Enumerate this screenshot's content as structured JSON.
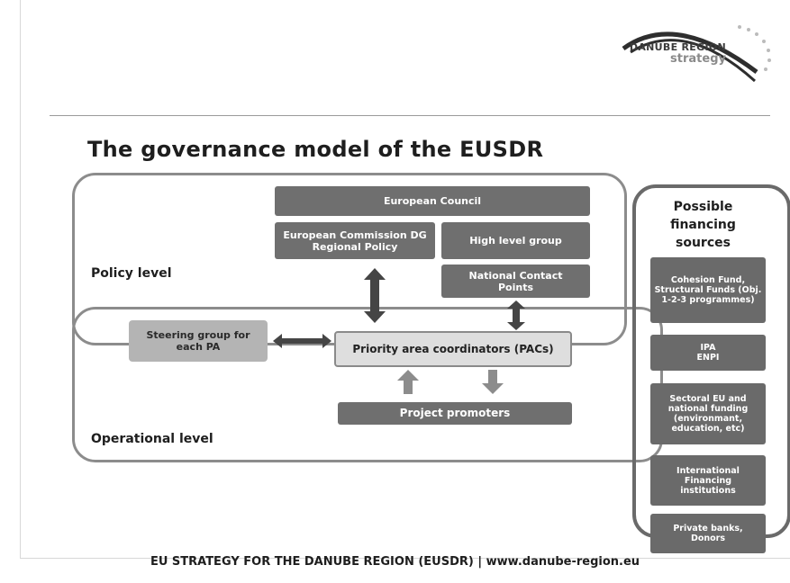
{
  "logo": {
    "line1": "DANUBE REGION",
    "line2": "strategy"
  },
  "title": "The governance model of the EUSDR",
  "labels": {
    "policy_level": "Policy level",
    "operational_level": "Operational level",
    "financing_title": "Possible financing sources"
  },
  "boxes": {
    "european_council": "European Council",
    "european_commission": "European Commission DG Regional Policy",
    "high_level_group": "High level group",
    "national_contact_points": "National Contact Points",
    "steering_group": "Steering group for each PA",
    "pacs": "Priority area coordinators (PACs)",
    "project_promoters": "Project promoters"
  },
  "financing_sources": [
    "Cohesion Fund, Structural Funds (Obj. 1-2-3 programmes)",
    "IPA ENPI",
    "Sectoral EU and national funding (environmant, education, etc)",
    "International Financing institutions",
    "Private banks, Donors"
  ],
  "footer": "EU STRATEGY FOR THE DANUBE REGION (EUSDR) | www.danube-region.eu"
}
